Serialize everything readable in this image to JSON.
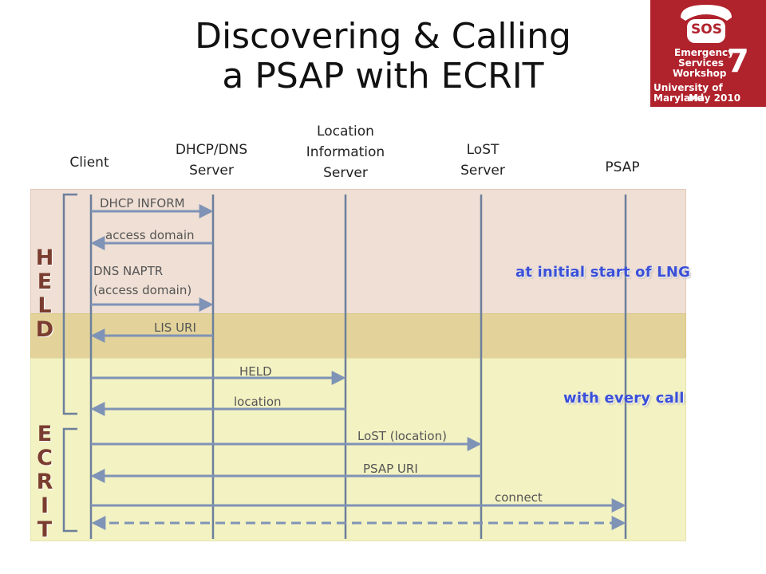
{
  "title": {
    "line1": "Discovering & Calling",
    "line2": "a PSAP with ECRIT"
  },
  "logo": {
    "badge": "SOS",
    "number": "7",
    "line1": "Emergency",
    "line2": "Services",
    "line3": "Workshop",
    "line4": "University of Maryland",
    "line5": "May 2010"
  },
  "entities": {
    "client": "Client",
    "dhcp_l1": "DHCP/DNS",
    "dhcp_l2": "Server",
    "lis_l1": "Location",
    "lis_l2": "Information",
    "lis_l3": "Server",
    "lost_l1": "LoST",
    "lost_l2": "Server",
    "psap": "PSAP"
  },
  "phases": {
    "held": [
      "H",
      "E",
      "L",
      "D"
    ],
    "ecrit": [
      "E",
      "C",
      "R",
      "I",
      "T"
    ]
  },
  "messages": {
    "dhcp_inform": "DHCP INFORM",
    "access_domain": "access domain",
    "dns_naptr_l1": "DNS NAPTR",
    "dns_naptr_l2": "(access domain)",
    "lis_uri": "LIS URI",
    "held": "HELD",
    "location": "location",
    "lost_location": "LoST  (location)",
    "psap_uri": "PSAP URI",
    "connect": "connect"
  },
  "notes": {
    "initial": "at initial start of LNG",
    "every_call": "with every call"
  },
  "colors": {
    "arrow": "#7f93b6",
    "logo_bg": "#b0222c",
    "note": "#3a4fd8"
  }
}
